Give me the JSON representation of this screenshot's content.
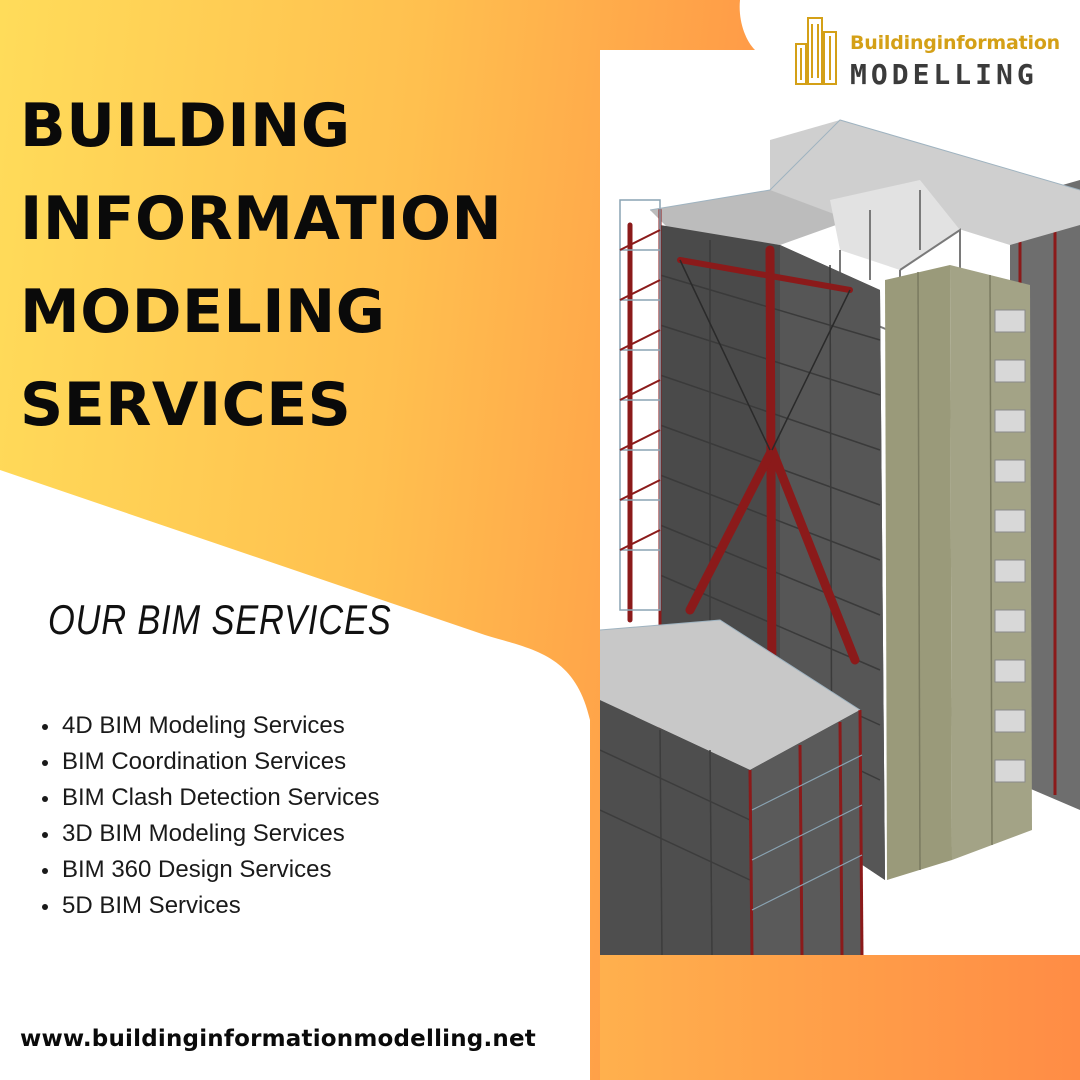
{
  "headline": {
    "lines": [
      "BUILDING",
      "INFORMATION",
      "MODELING",
      "SERVICES"
    ]
  },
  "services": {
    "title": "OUR BIM SERVICES",
    "items": [
      "4D BIM Modeling Services",
      "BIM Coordination Services",
      "BIM Clash Detection Services",
      "3D BIM Modeling Services",
      "BIM 360 Design Services",
      "5D BIM Services"
    ]
  },
  "website": "www.buildinginformationmodelling.net",
  "logo": {
    "line1": "Buildinginformation",
    "line2": "MODELLING",
    "icon": "skyscraper-outline-icon"
  },
  "colors": {
    "gradient_start": "#ffdc5a",
    "gradient_end": "#ff9a47",
    "logo_gold": "#d4a017",
    "text_dark": "#0a0a0a",
    "steel_red": "#8b1a1a",
    "concrete": "#4a4a4a",
    "panel_green": "#9a9a7a"
  }
}
